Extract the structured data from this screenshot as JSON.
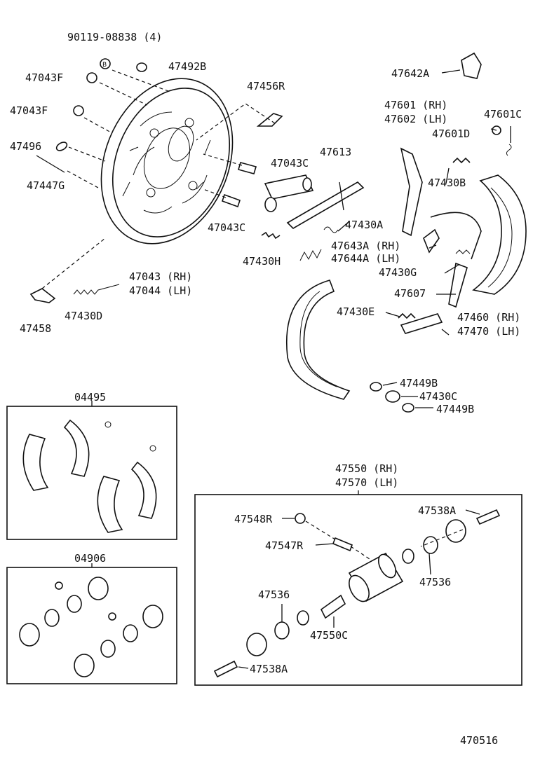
{
  "diagram_id": "470516",
  "labels": {
    "p90119": "90119-08838 (4)",
    "p47492B": "47492B",
    "p47043F_a": "47043F",
    "p47043F_b": "47043F",
    "p47456R": "47456R",
    "p47496": "47496",
    "p47447G": "47447G",
    "p47043C_a": "47043C",
    "p47043C_b": "47043C",
    "p47613": "47613",
    "p47430A": "47430A",
    "p47430H": "47430H",
    "p47043RH": "47043 (RH)",
    "p47044LH": "47044 (LH)",
    "p47458": "47458",
    "p47430D": "47430D",
    "p47642A": "47642A",
    "p47601RH": "47601 (RH)",
    "p47602LH": "47602 (LH)",
    "p47601C": "47601C",
    "p47601D": "47601D",
    "p47430B": "47430B",
    "p47643A": "47643A (RH)",
    "p47644A": "47644A (LH)",
    "p47430G": "47430G",
    "p47607": "47607",
    "p47430E": "47430E",
    "p47460": "47460 (RH)",
    "p47470": "47470 (LH)",
    "p47449B_a": "47449B",
    "p47430C": "47430C",
    "p47449B_b": "47449B",
    "p04495": "04495",
    "p04906": "04906",
    "p47550": "47550 (RH)",
    "p47570": "47570 (LH)",
    "p47548R": "47548R",
    "p47538A_a": "47538A",
    "p47547R": "47547R",
    "p47536_a": "47536",
    "p47536_b": "47536",
    "p47550C": "47550C",
    "p47538A_b": "47538A"
  }
}
